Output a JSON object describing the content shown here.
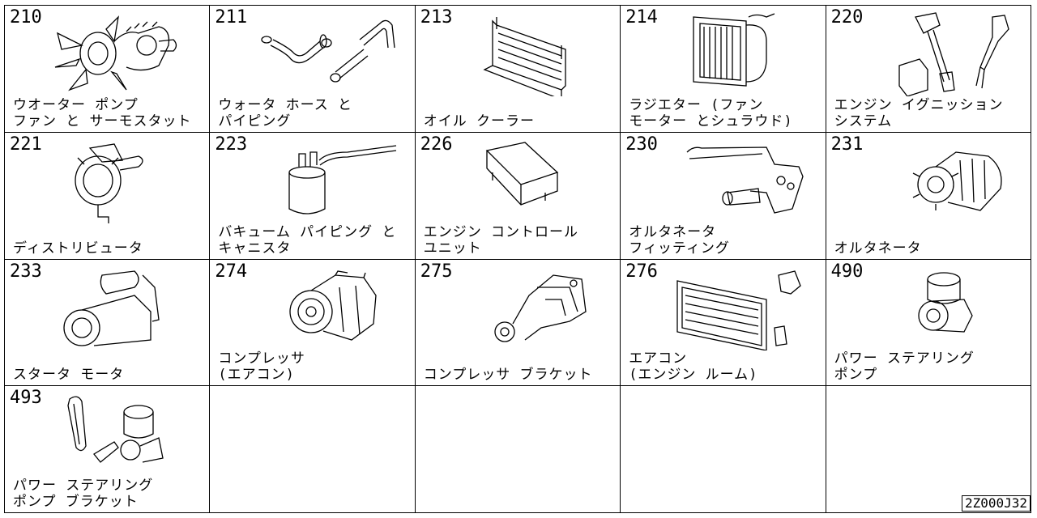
{
  "catalog": {
    "cells": [
      {
        "code": "210",
        "label": "ウオーター ポンプ\nファン と サーモスタット",
        "icon": "water-pump-fan-icon"
      },
      {
        "code": "211",
        "label": "ウォータ ホース と\nパイピング",
        "icon": "water-hose-icon"
      },
      {
        "code": "213",
        "label": "オイル クーラー",
        "icon": "oil-cooler-icon"
      },
      {
        "code": "214",
        "label": "ラジエター (ファン\nモーター とシュラウド)",
        "icon": "radiator-icon"
      },
      {
        "code": "220",
        "label": "エンジン イグニッション\nシステム",
        "icon": "ignition-coil-icon"
      },
      {
        "code": "221",
        "label": "ディストリビュータ",
        "icon": "distributor-icon"
      },
      {
        "code": "223",
        "label": "バキューム パイピング と\nキャニスタ",
        "icon": "canister-icon"
      },
      {
        "code": "226",
        "label": "エンジン コントロール\nユニット",
        "icon": "control-unit-icon"
      },
      {
        "code": "230",
        "label": "オルタネータ\nフィッティング",
        "icon": "alternator-bracket-icon"
      },
      {
        "code": "231",
        "label": "オルタネータ",
        "icon": "alternator-icon"
      },
      {
        "code": "233",
        "label": "スタータ モータ",
        "icon": "starter-motor-icon"
      },
      {
        "code": "274",
        "label": "コンプレッサ\n(エアコン)",
        "icon": "ac-compressor-icon"
      },
      {
        "code": "275",
        "label": "コンプレッサ ブラケット",
        "icon": "compressor-bracket-icon"
      },
      {
        "code": "276",
        "label": "エアコン\n(エンジン ルーム)",
        "icon": "ac-condenser-icon"
      },
      {
        "code": "490",
        "label": "パワー ステアリング\nポンプ",
        "icon": "power-steering-pump-icon"
      },
      {
        "code": "493",
        "label": "パワー ステアリング\nポンプ ブラケット",
        "icon": "pump-bracket-icon"
      },
      {
        "code": "",
        "label": "",
        "icon": ""
      },
      {
        "code": "",
        "label": "",
        "icon": ""
      },
      {
        "code": "",
        "label": "",
        "icon": ""
      },
      {
        "code": "",
        "label": "",
        "icon": ""
      }
    ],
    "reference_code": "2Z000J32"
  }
}
